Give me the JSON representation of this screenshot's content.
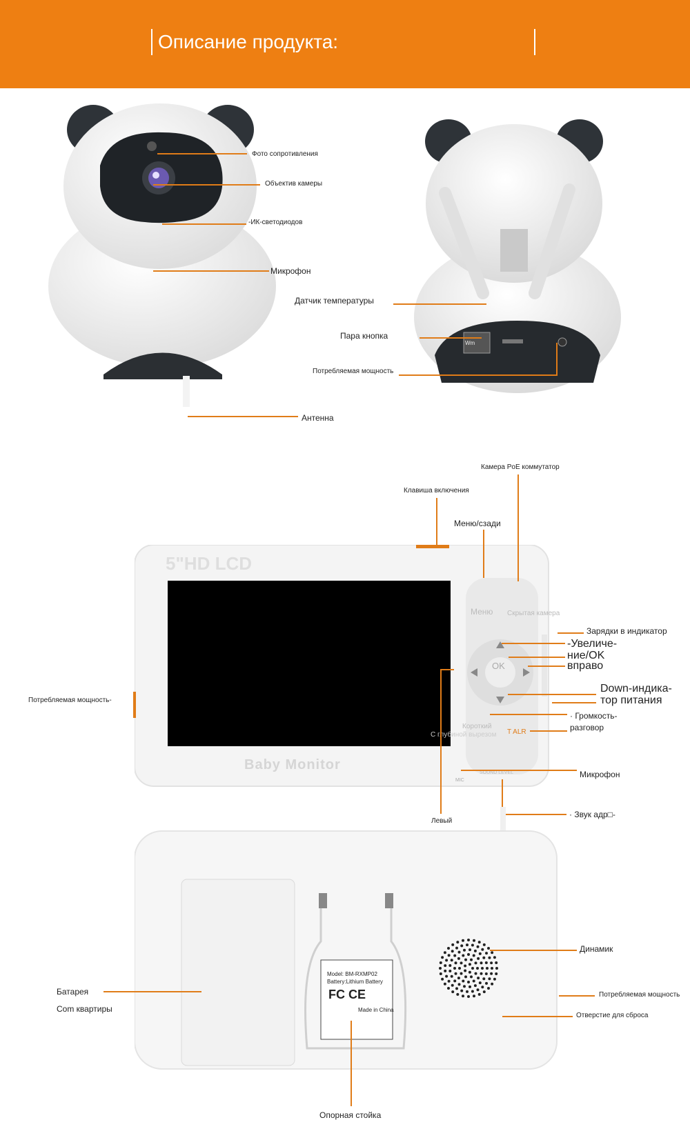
{
  "header": {
    "title": "Описание продукта:"
  },
  "colors": {
    "accent": "#ee7f12",
    "line": "#e07c18"
  },
  "camera_front": {
    "photoresistor": "Фото сопротивления",
    "lens": "Объектив камеры",
    "ir_leds": "-ИК-светодиодов",
    "microphone": "Микрофон",
    "antenna": "Антенна"
  },
  "camera_back": {
    "temperature_sensor": "Датчик температуры",
    "pair_button": "Пара кнопка",
    "power": "Потребляемая мощность",
    "port_label": "Wm"
  },
  "monitor_front": {
    "screen_badge": "5\"HD LCD",
    "brand": "Baby Monitor",
    "menu_key": "Меню",
    "hidden_camera_key": "Скрытая камера",
    "ok_key": "OK",
    "short_cut_key": "Короткий",
    "talk_key": "T ALR",
    "mic_mark": "MIC",
    "sound_level_mark": "SOUND LEVEL",
    "labels": {
      "poe_camera_switch": "Камера PoE коммутатор",
      "power_key": "Клавиша включения",
      "menu_back": "Меню/сзади",
      "charging_indicator": "Зарядки в индикатор",
      "zoom_ok": "-Увеличе-\nние/OK",
      "right": "вправо",
      "power_side": "Потребляемая мощность-",
      "down_power_indicator": "Down-индика-\nтор питания",
      "volume_talk": "· Громкость-\nразговор",
      "cut_depth": "С глубиной вырезом",
      "microphone": "Микрофон",
      "sound_addr": "· Звук адр□-",
      "left": "Левый"
    }
  },
  "monitor_back": {
    "sticker": {
      "model": "Model: BM-RXMP02",
      "battery": "Battery:Lithium Battery",
      "certs": "FC CE",
      "made_in": "Made in China"
    },
    "labels": {
      "speaker": "Динамик",
      "battery": "Батарея",
      "battery_compartment": "Com квартиры",
      "power": "Потребляемая мощность",
      "reset_hole": "Отверстие для сброса",
      "stand": "Опорная стойка"
    }
  }
}
